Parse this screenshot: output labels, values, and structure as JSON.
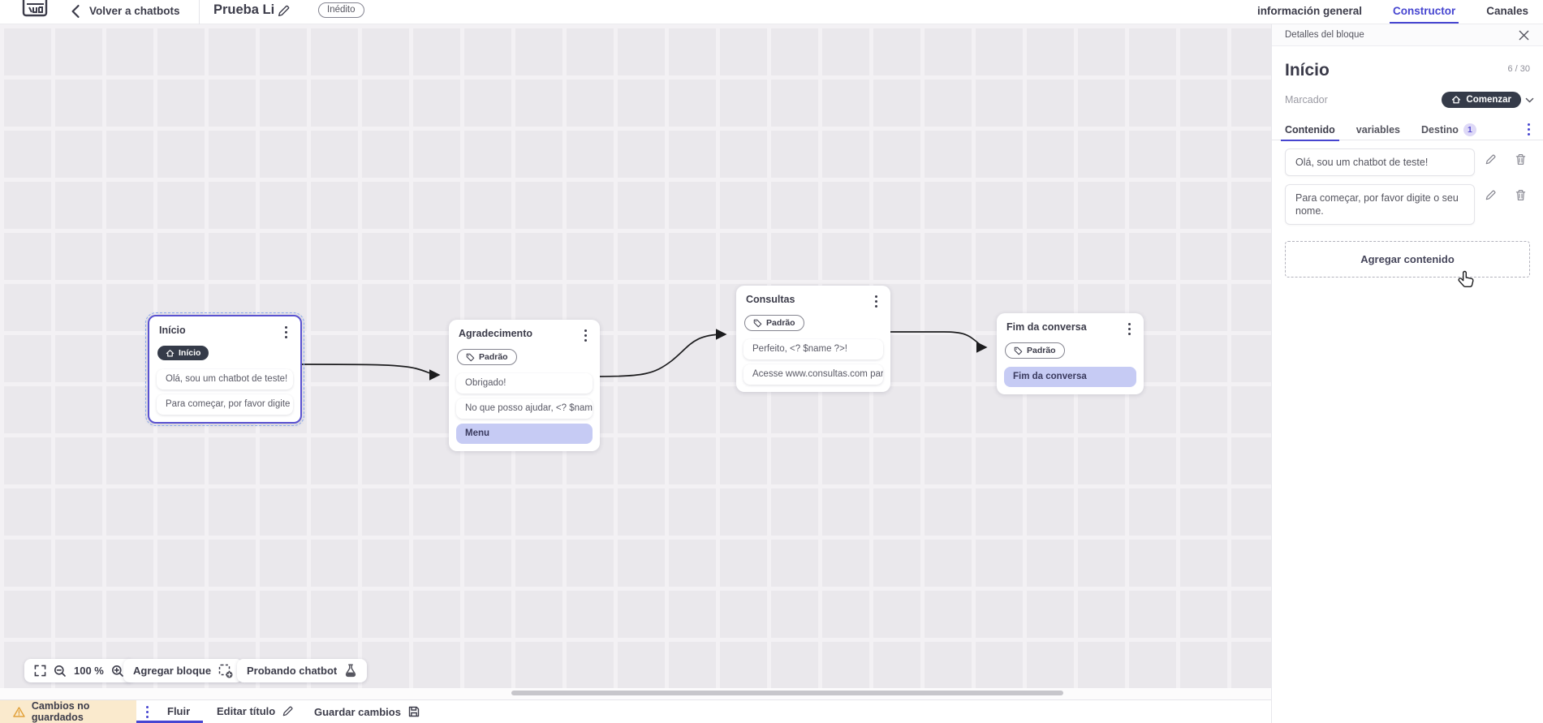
{
  "colors": {
    "accent": "#4645d0",
    "dark_badge": "#353b49",
    "highlight_item": "#c6cbf4",
    "warning_bg": "#faeacd",
    "warning_icon": "#e2a23c",
    "canvas_bg": "#eae8ec"
  },
  "top_bar": {
    "back_label": "Volver a chatbots",
    "title": "Prueba Li",
    "status_badge": "Inédito",
    "tabs": [
      {
        "label": "información general",
        "active": false
      },
      {
        "label": "Constructor",
        "active": true
      },
      {
        "label": "Canales",
        "active": false
      }
    ]
  },
  "panel": {
    "header": "Detalles del bloque",
    "block_name": "Início",
    "char_count": "6 / 30",
    "marker_label": "Marcador",
    "marker_value": "Comenzar",
    "tabs": [
      {
        "label": "Contenido",
        "active": true
      },
      {
        "label": "variables",
        "active": false
      },
      {
        "label": "Destino",
        "badge": "1",
        "active": false
      }
    ],
    "contents": [
      "Olá, sou um chatbot de teste!",
      "Para começar, por favor digite o seu nome."
    ],
    "add_content_label": "Agregar contenido"
  },
  "canvas": {
    "blocks": [
      {
        "title": "Início",
        "badge": "Início",
        "badge_style": "dark",
        "selected": true,
        "items": [
          {
            "text": "Olá, sou um chatbot de teste!",
            "highlight": false
          },
          {
            "text": "Para começar, por favor digite o ...",
            "highlight": false
          }
        ]
      },
      {
        "title": "Agradecimento",
        "badge": "Padrão",
        "badge_style": "outline",
        "selected": false,
        "items": [
          {
            "text": "Obrigado!",
            "highlight": false
          },
          {
            "text": "No que posso ajudar, <? $name ...",
            "highlight": false
          },
          {
            "text": "Menu",
            "highlight": true
          }
        ]
      },
      {
        "title": "Consultas",
        "badge": "Padrão",
        "badge_style": "outline",
        "selected": false,
        "items": [
          {
            "text": "Perfeito, <? $name ?>!",
            "highlight": false
          },
          {
            "text": "Acesse www.consultas.com par...",
            "highlight": false
          }
        ]
      },
      {
        "title": "Fim da conversa",
        "badge": "Padrão",
        "badge_style": "outline",
        "selected": false,
        "items": [
          {
            "text": "Fim da conversa",
            "highlight": true
          }
        ]
      }
    ],
    "toolbar": {
      "zoom_level": "100 %",
      "add_block_label": "Agregar bloque",
      "test_label": "Probando chatbot"
    }
  },
  "bottom_bar": {
    "warning": "Cambios no guardados",
    "flow_tab": "Fluir",
    "edit_title_label": "Editar título",
    "save_label": "Guardar cambios"
  }
}
